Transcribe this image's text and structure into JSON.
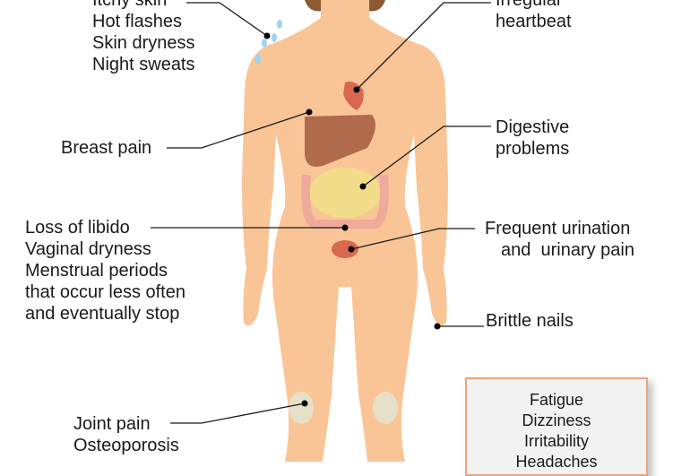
{
  "labels": {
    "skin": [
      "Itchy skin",
      "Hot flashes",
      "Skin dryness",
      "Night sweats"
    ],
    "heart": [
      "Irregular",
      "heartbeat"
    ],
    "breast": [
      "Breast pain"
    ],
    "digestive": [
      "Digestive",
      "problems"
    ],
    "reproductive": [
      "Loss of libido",
      "Vaginal dryness",
      "Menstrual periods",
      "that occur less often",
      "and eventually stop"
    ],
    "urinary": [
      "Frequent urination",
      "and  urinary pain"
    ],
    "nails": [
      "Brittle nails"
    ],
    "joints": [
      "Joint pain",
      "Osteoporosis"
    ]
  },
  "general_box": [
    "Fatigue",
    "Dizziness",
    "Irritability",
    "Headaches"
  ],
  "colors": {
    "skin": "#f9c596",
    "box_border": "#e9a77f",
    "box_bg": "#f2f2f2"
  }
}
